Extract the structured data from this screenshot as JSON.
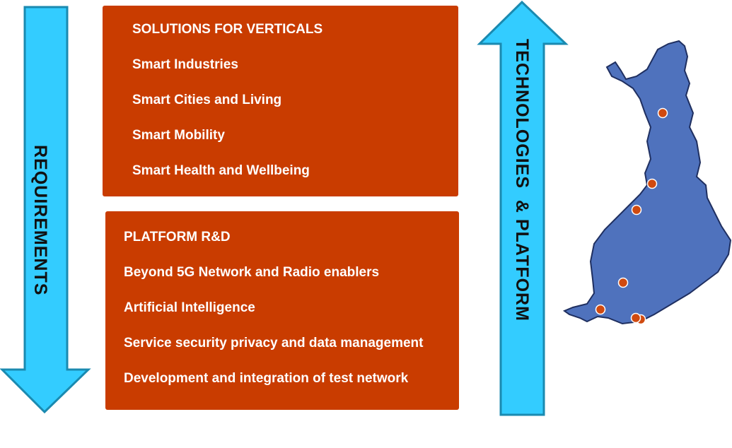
{
  "left_arrow": {
    "label": "REQUIREMENTS"
  },
  "right_arrow": {
    "label": "TECHNOLOGIES  & PLATFORM"
  },
  "solutions_box": {
    "title": "SOLUTIONS  FOR VERTICALS",
    "items": [
      "Smart Industries",
      "Smart Cities and Living",
      "Smart Mobility",
      "Smart Health and Wellbeing"
    ]
  },
  "platform_box": {
    "title": "PLATFORM R&D",
    "items": [
      "Beyond 5G Network and Radio  enablers",
      "Artificial  Intelligence",
      "Service security privacy and data management",
      "Development and integration of test network"
    ]
  },
  "colors": {
    "arrow": "#33CCFF",
    "arrow_border": "#1A8AB0",
    "box": "#C93C00",
    "map": "#4F72BD",
    "dot": "#D04A10"
  }
}
